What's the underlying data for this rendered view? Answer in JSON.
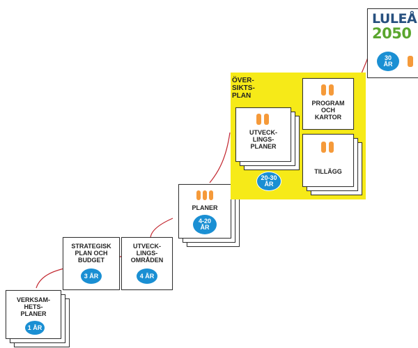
{
  "diagram": {
    "stages": [
      {
        "label": "VERKSAM-\nHETS-\nPLANER",
        "badge": "1 ÅR"
      },
      {
        "label": "STRATEGISK\nPLAN OCH\nBUDGET",
        "badge": "3 ÅR"
      },
      {
        "label": "UTVECK-\nLINGS-\nOMRÅDEN",
        "badge": "4 ÅR"
      },
      {
        "label": "PLANER",
        "badge": "4-20\nÅR"
      }
    ],
    "oversiktsplan": {
      "title": "ÖVER-\nSIKTS-\nPLAN",
      "sub_utveck": "UTVECK-\nLINGS-\nPLANER",
      "badge": "20-30\nÅR",
      "program": "PROGRAM\nOCH\nKARTOR",
      "tillagg": "TILLÄGG"
    },
    "vision": {
      "logo_line1": "LULEÅ",
      "logo_line2": "2050",
      "badge": "30\nÅR"
    },
    "colors": {
      "badge_blue": "#1a8fd3",
      "orange": "#f59a3a",
      "yellow": "#f6ea18",
      "connector_red": "#c2262e",
      "logo_blue": "#27507f",
      "logo_green": "#5aa62e"
    }
  }
}
